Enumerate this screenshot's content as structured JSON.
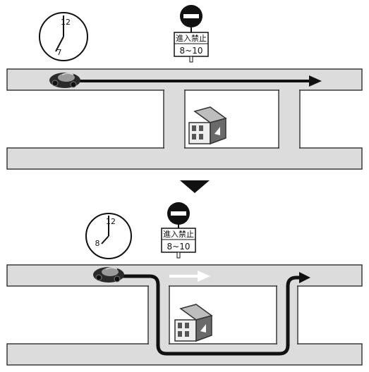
{
  "panels": {
    "before": {
      "clock": {
        "hour_label": "12",
        "minute_label": "7",
        "time_shown": "7:00"
      },
      "sign": {
        "restriction_text": "進入禁止",
        "time_range": "8~10"
      }
    },
    "after": {
      "clock": {
        "hour_label": "12",
        "minute_label": "8",
        "time_shown": "8:00"
      },
      "sign": {
        "restriction_text": "進入禁止",
        "time_range": "8~10"
      }
    }
  },
  "colors": {
    "road": "#dcdcdc",
    "road_edge": "#3a3a3a",
    "route": "#111111",
    "blocked_route": "#ffffff",
    "sign_red": "#111111"
  },
  "icons": [
    "clock-icon",
    "no-entry-sign-icon",
    "car-icon",
    "building-icon",
    "down-triangle-icon"
  ]
}
